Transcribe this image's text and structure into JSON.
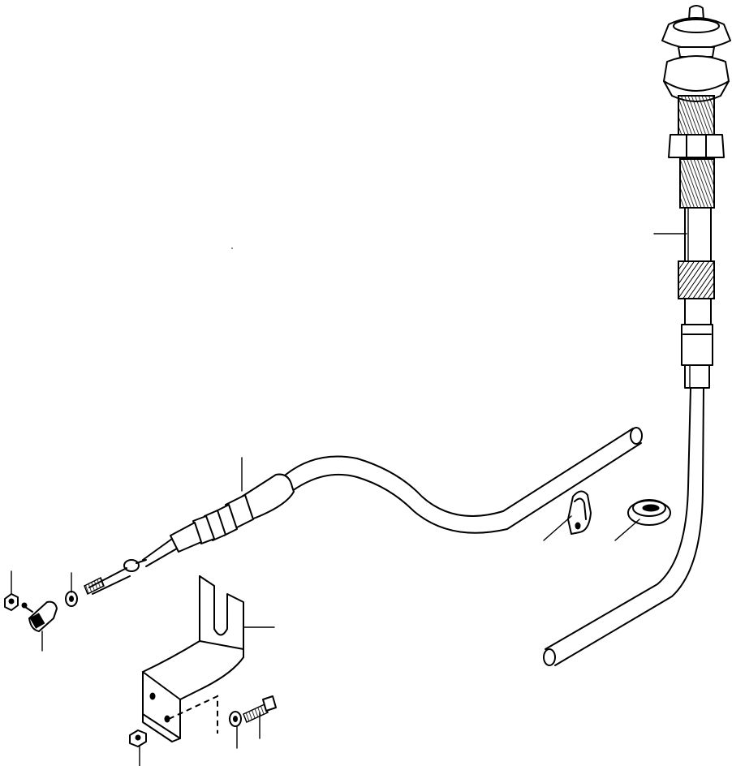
{
  "diagram": {
    "parts": [
      {
        "name": "control-knob"
      },
      {
        "name": "throttle-cable"
      },
      {
        "name": "cable-clamp"
      },
      {
        "name": "grommet"
      },
      {
        "name": "mounting-bracket"
      },
      {
        "name": "ball-joint-end"
      },
      {
        "name": "lock-nut"
      },
      {
        "name": "washer"
      },
      {
        "name": "bolt"
      }
    ]
  }
}
